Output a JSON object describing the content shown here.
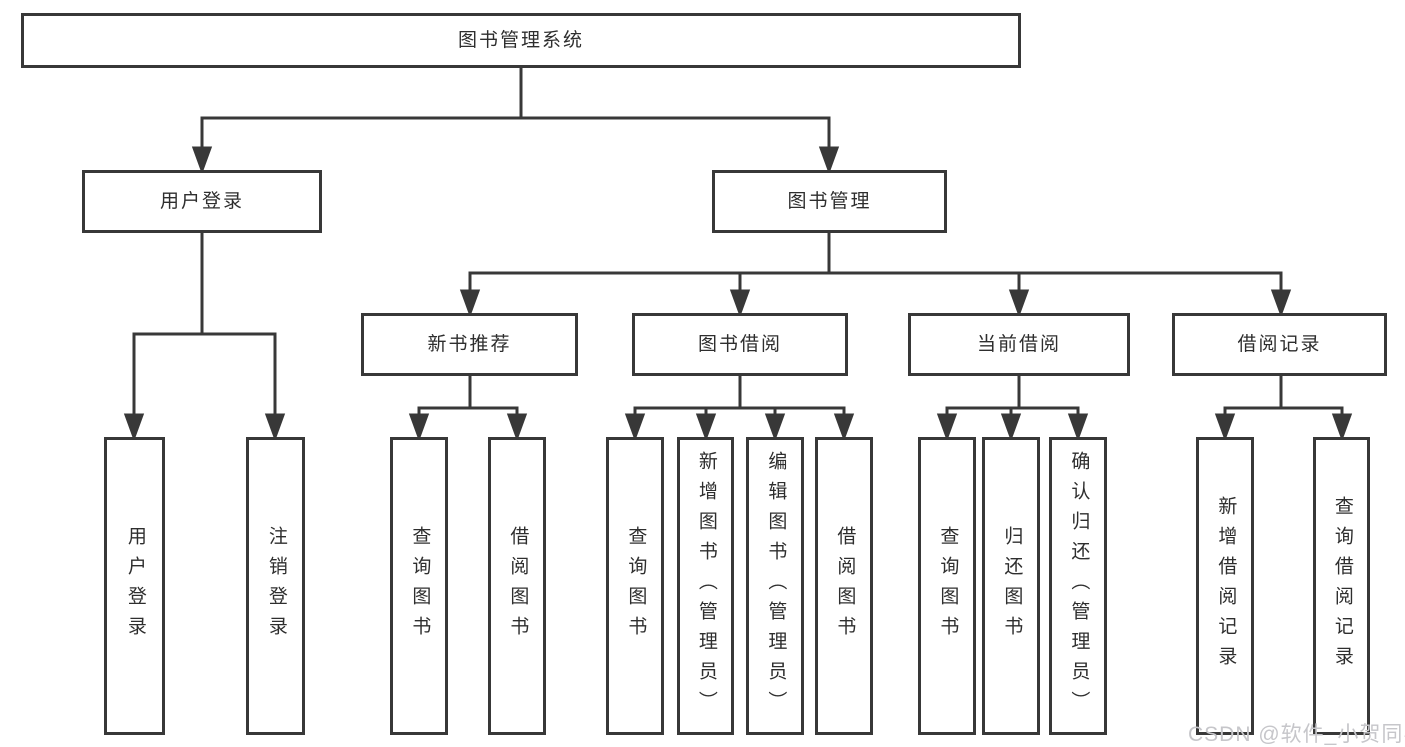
{
  "diagram": {
    "type": "hierarchy",
    "title": "图书管理系统",
    "colors": {
      "line": "#383838",
      "border": "#383838",
      "text": "#2e2e2e",
      "background": "#ffffff",
      "watermark_text": "#c6c6ca"
    },
    "tree": {
      "label": "图书管理系统",
      "children": [
        {
          "label": "用户登录",
          "children": [
            {
              "label": "用户登录"
            },
            {
              "label": "注销登录"
            }
          ]
        },
        {
          "label": "图书管理",
          "children": [
            {
              "label": "新书推荐",
              "children": [
                {
                  "label": "查询图书"
                },
                {
                  "label": "借阅图书"
                }
              ]
            },
            {
              "label": "图书借阅",
              "children": [
                {
                  "label": "查询图书"
                },
                {
                  "label": "新增图书（管理员）"
                },
                {
                  "label": "编辑图书（管理员）"
                },
                {
                  "label": "借阅图书"
                }
              ]
            },
            {
              "label": "当前借阅",
              "children": [
                {
                  "label": "查询图书"
                },
                {
                  "label": "归还图书"
                },
                {
                  "label": "确认归还（管理员）"
                }
              ]
            },
            {
              "label": "借阅记录",
              "children": [
                {
                  "label": "新增借阅记录"
                },
                {
                  "label": "查询借阅记录"
                }
              ]
            }
          ]
        }
      ]
    },
    "watermark": "CSDN @软件_小贺同学"
  }
}
